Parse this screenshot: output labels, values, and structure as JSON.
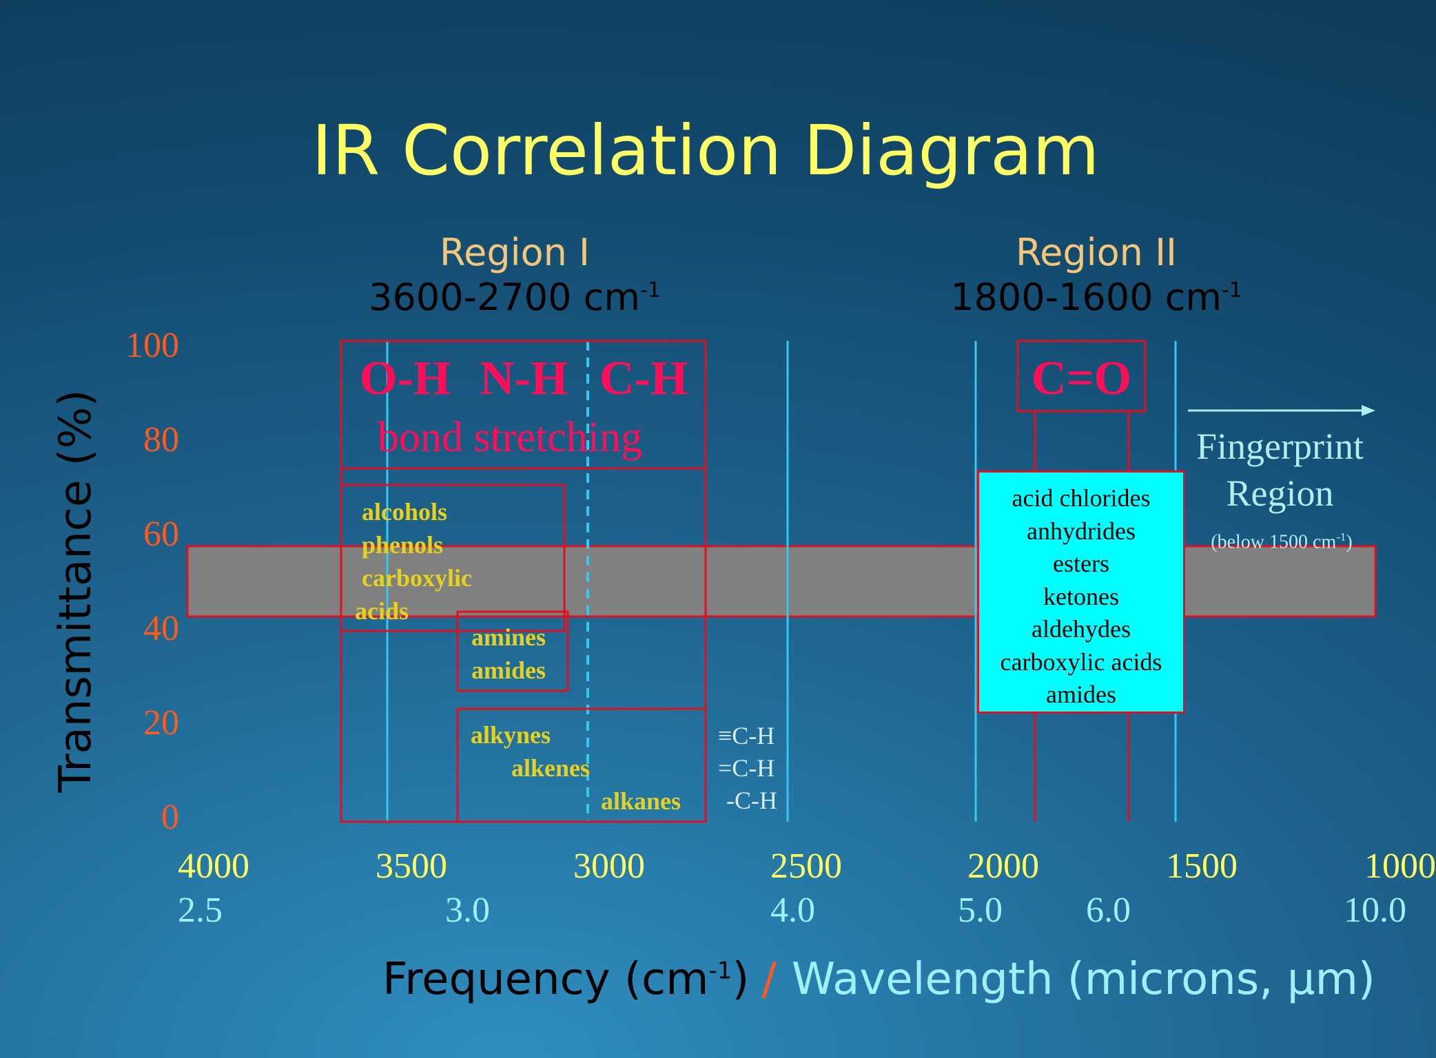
{
  "title": "IR Correlation Diagram",
  "regions": [
    {
      "name": "Region I",
      "range": "3600-2700 cm",
      "range_sup": "-1"
    },
    {
      "name": "Region II",
      "range": "1800-1600 cm",
      "range_sup": "-1"
    }
  ],
  "y_axis": {
    "label": "Transmittance (%)",
    "ticks": [
      "100",
      "80",
      "60",
      "40",
      "20",
      "0"
    ]
  },
  "x_axis": {
    "frequency_ticks": [
      "4000",
      "3500",
      "3000",
      "2500",
      "2000",
      "1500",
      "1000"
    ],
    "wavelength_ticks": [
      "2.5",
      "3.0",
      "4.0",
      "5.0",
      "6.0",
      "10.0"
    ],
    "label_frequency": "Frequency (cm",
    "label_frequency_sup": "-1",
    "label_frequency_close": ")",
    "label_separator": "/",
    "label_wavelength": "Wavelength (microns, μm)"
  },
  "bonds": {
    "oh": "O-H",
    "nh": "N-H",
    "ch": "C-H",
    "stretching": "bond stretching",
    "co": "C=O"
  },
  "groups": {
    "alcohols": "alcohols",
    "phenols": "phenols",
    "carboxylic": "carboxylic",
    "acids": "acids",
    "amines": "amines",
    "amides": "amides",
    "alkynes": "alkynes",
    "alkenes": "alkenes",
    "alkanes": "alkanes"
  },
  "ch_types": [
    "≡C-H",
    "=C-H",
    "-C-H"
  ],
  "carbonyl_compounds": [
    "acid chlorides",
    "anhydrides",
    "esters",
    "ketones",
    "aldehydes",
    "carboxylic acids",
    "amides"
  ],
  "fingerprint": {
    "line1": "Fingerprint",
    "line2": "Region",
    "sub": "(below 1500 cm",
    "sub_sup": "-1",
    "sub_close": ")"
  },
  "colors": {
    "title": "#ffff66",
    "bond_label": "#ff0f5a",
    "box_border": "#e01020",
    "grid_line": "#35c8f0",
    "band": "#808080",
    "carbonyl_box": "#00ffff"
  }
}
